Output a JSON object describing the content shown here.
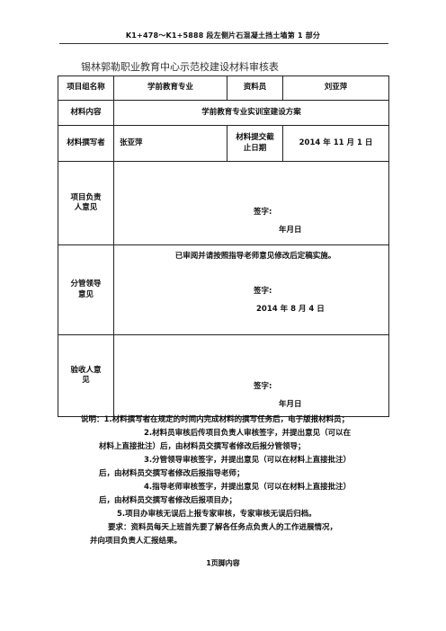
{
  "header": {
    "title": "K1+478～K1+5888 段左侧片石混凝土挡土墙第 1 部分"
  },
  "form": {
    "title": "锡林郭勒职业教育中心示范校建设材料审核表"
  },
  "table": {
    "group_label": "项目组名称",
    "group_value": "学前教育专业",
    "clerk_label": "资料员",
    "clerk_value": "刘亚萍",
    "content_label": "材料内容",
    "content_value": "学前教育专业实训室建设方案",
    "writer_label": "材料撰写者",
    "writer_value": "张亚萍",
    "deadline_label": "材料提交截止日期",
    "deadline_value": "2014 年 11 月 1 日",
    "lead_label": "项目负责人意见",
    "lead_comment": "",
    "lead_sign": "签字:",
    "lead_date": "年月日",
    "mgr_label": "分管领导意见",
    "mgr_comment": "已审阅并请按照指导老师意见修改后定稿实施。",
    "mgr_sign": "签字:",
    "mgr_date": "2014 年 8 月 4 日",
    "accept_label": "验收人意见",
    "accept_comment": "",
    "accept_sign": "签字:",
    "accept_date": "年月日"
  },
  "notes": [
    "说明：1.材料撰写者在规定的时间内完成材料的撰写任务后，电子版报材料员；",
    "2.材料员审核后传项目负责人审核签字，并提出意见（可以在",
    "材料上直接批注）后，由材料员交撰写者修改后报分管领导；",
    "3.分管领导审核签字，并提出意见（可以在材料上直接批注）",
    "后，由材料员交撰写者修改后报指导老师；",
    "4.指导老师审核签字，并提出意见（可以在材料上直接批注）",
    "后，由材料员交撰写者修改后报项目办；",
    "5.项目办审核无误后上报专家审核，专家审核无误后归档。",
    "要求：资料员每天上班首先要了解各任务点负责人的工作进展情况，",
    "并向项目负责人汇报结果。"
  ],
  "footer": {
    "text": "1页脚内容"
  }
}
